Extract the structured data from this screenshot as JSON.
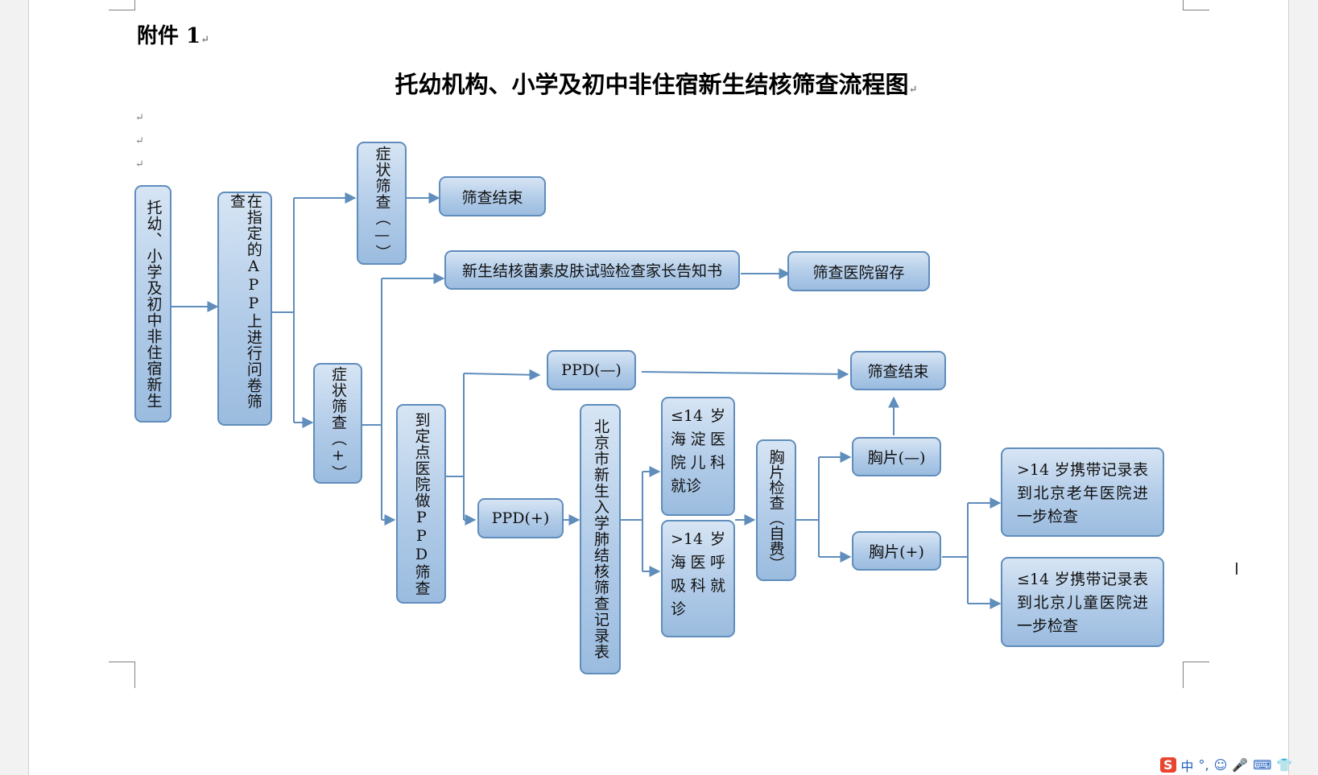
{
  "document": {
    "attachment_label": "附件 1",
    "title": "托幼机构、小学及初中非住宿新生结核筛查流程图"
  },
  "flowchart": {
    "nodes": {
      "start": "托幼、小学及初中非住宿新生",
      "app_survey": "在指定的APP上进行问卷筛查",
      "symptom_neg": "症状筛查（—）",
      "end_1": "筛查结束",
      "consent": "新生结核菌素皮肤试验检查家长告知书",
      "hospital_keep": "筛查医院留存",
      "symptom_pos": "症状筛查（+）",
      "ppd_hospital": "到定点医院做PPD筛查",
      "ppd_neg": "PPD(—)",
      "end_2": "筛查结束",
      "ppd_pos": "PPD(+)",
      "record_form": "北京市新生入学肺结核筛查记录表",
      "le14_haidian": "≤14 岁海淀医院儿科就诊",
      "gt14_haidian": ">14 岁海医呼吸科就诊",
      "xray_check": "胸片检查（自费）",
      "xray_neg": "胸片(—)",
      "xray_pos": "胸片(+)",
      "gt14_laonian": ">14 岁携带记录表到北京老年医院进一步检查",
      "le14_ertong": "≤14 岁携带记录表到北京儿童医院进一步检查"
    }
  },
  "ime_toolbar": {
    "logo": "S",
    "items": [
      "中",
      "°,",
      "☺",
      "🎤",
      "⌨",
      "👕"
    ]
  },
  "cursor": "I"
}
